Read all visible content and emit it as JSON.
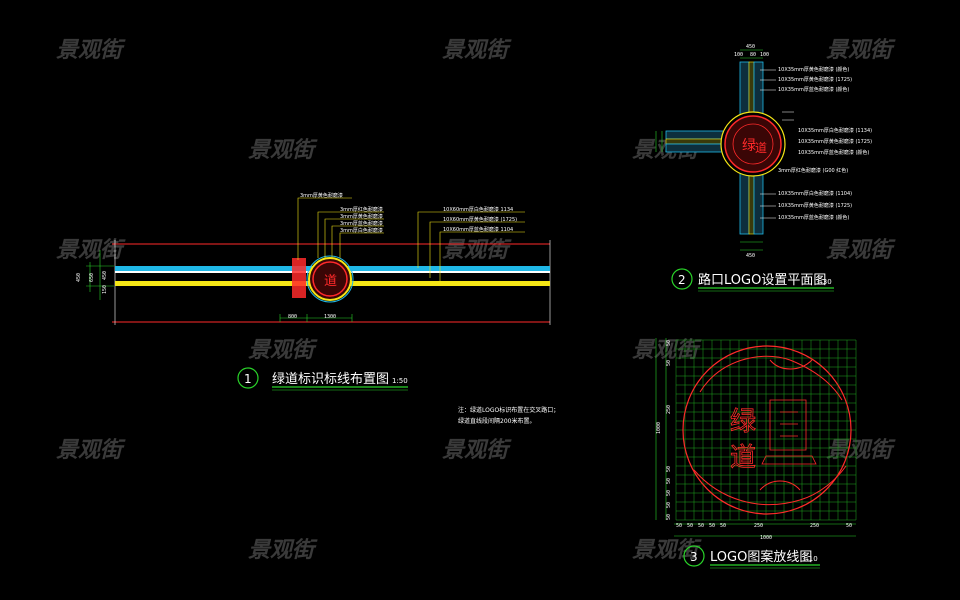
{
  "watermark": "景观街",
  "figure1": {
    "number": "1",
    "title": "绿道标识标线布置图",
    "scale": "1:50",
    "callouts": [
      "3mm厚黄色耐磨漆",
      "3mm厚红色耐磨漆",
      "3mm厚黄色耐磨漆",
      "3mm厚蓝色耐磨漆",
      "3mm厚白色耐磨漆"
    ],
    "right_callouts": [
      "10X60mm厚白色耐磨漆 1134",
      "10X60mm厚黄色耐磨漆 (1725)",
      "10X60mm厚蓝色耐磨漆 1104"
    ],
    "dims_left": [
      "450",
      "650",
      "450",
      "150"
    ],
    "dims_bottom": [
      "800",
      "1300"
    ]
  },
  "figure2": {
    "number": "2",
    "title": "路口LOGO设置平面图",
    "scale": "1:30",
    "dims_top": [
      "450",
      "100",
      "80",
      "100"
    ],
    "dims_bottom": [
      "450"
    ],
    "callouts_top": [
      "10X35mm厚黄色耐磨漆 (颜色)",
      "10X35mm厚黄色耐磨漆 (1725)",
      "10X35mm厚蓝色耐磨漆 (颜色)"
    ],
    "callouts_mid": [
      "10X35mm厚白色耐磨漆 (1134)",
      "10X35mm厚黄色耐磨漆 (1725)",
      "10X35mm厚蓝色耐磨漆 (颜色)"
    ],
    "callout_red": "3mm厚红色耐磨漆 (G00 红色)",
    "callouts_bottom": [
      "10X35mm厚白色耐磨漆 (1104)",
      "10X35mm厚黄色耐磨漆 (1725)",
      "10X35mm厚蓝色耐磨漆 (颜色)"
    ]
  },
  "figure3": {
    "number": "3",
    "title": "LOGO图案放线图",
    "scale": "1:10",
    "logo_chars": [
      "绿",
      "道"
    ],
    "dims_bottom": [
      "50",
      "50",
      "50",
      "50",
      "50",
      "250",
      "250",
      "50"
    ],
    "dim_total": "1000",
    "dims_left": [
      "50",
      "50",
      "250",
      "1000",
      "50",
      "50",
      "50",
      "50",
      "50"
    ]
  },
  "note": {
    "line1": "注：绿道LOGO标识布置在交叉路口；",
    "line2": "绿道直线段间隔200米布置。"
  },
  "colors": {
    "red": "#ff2a2a",
    "yellow": "#f5e616",
    "blue": "#1fb8e8",
    "green": "#29d229",
    "white": "#ffffff",
    "grid": "#1fa81f"
  }
}
